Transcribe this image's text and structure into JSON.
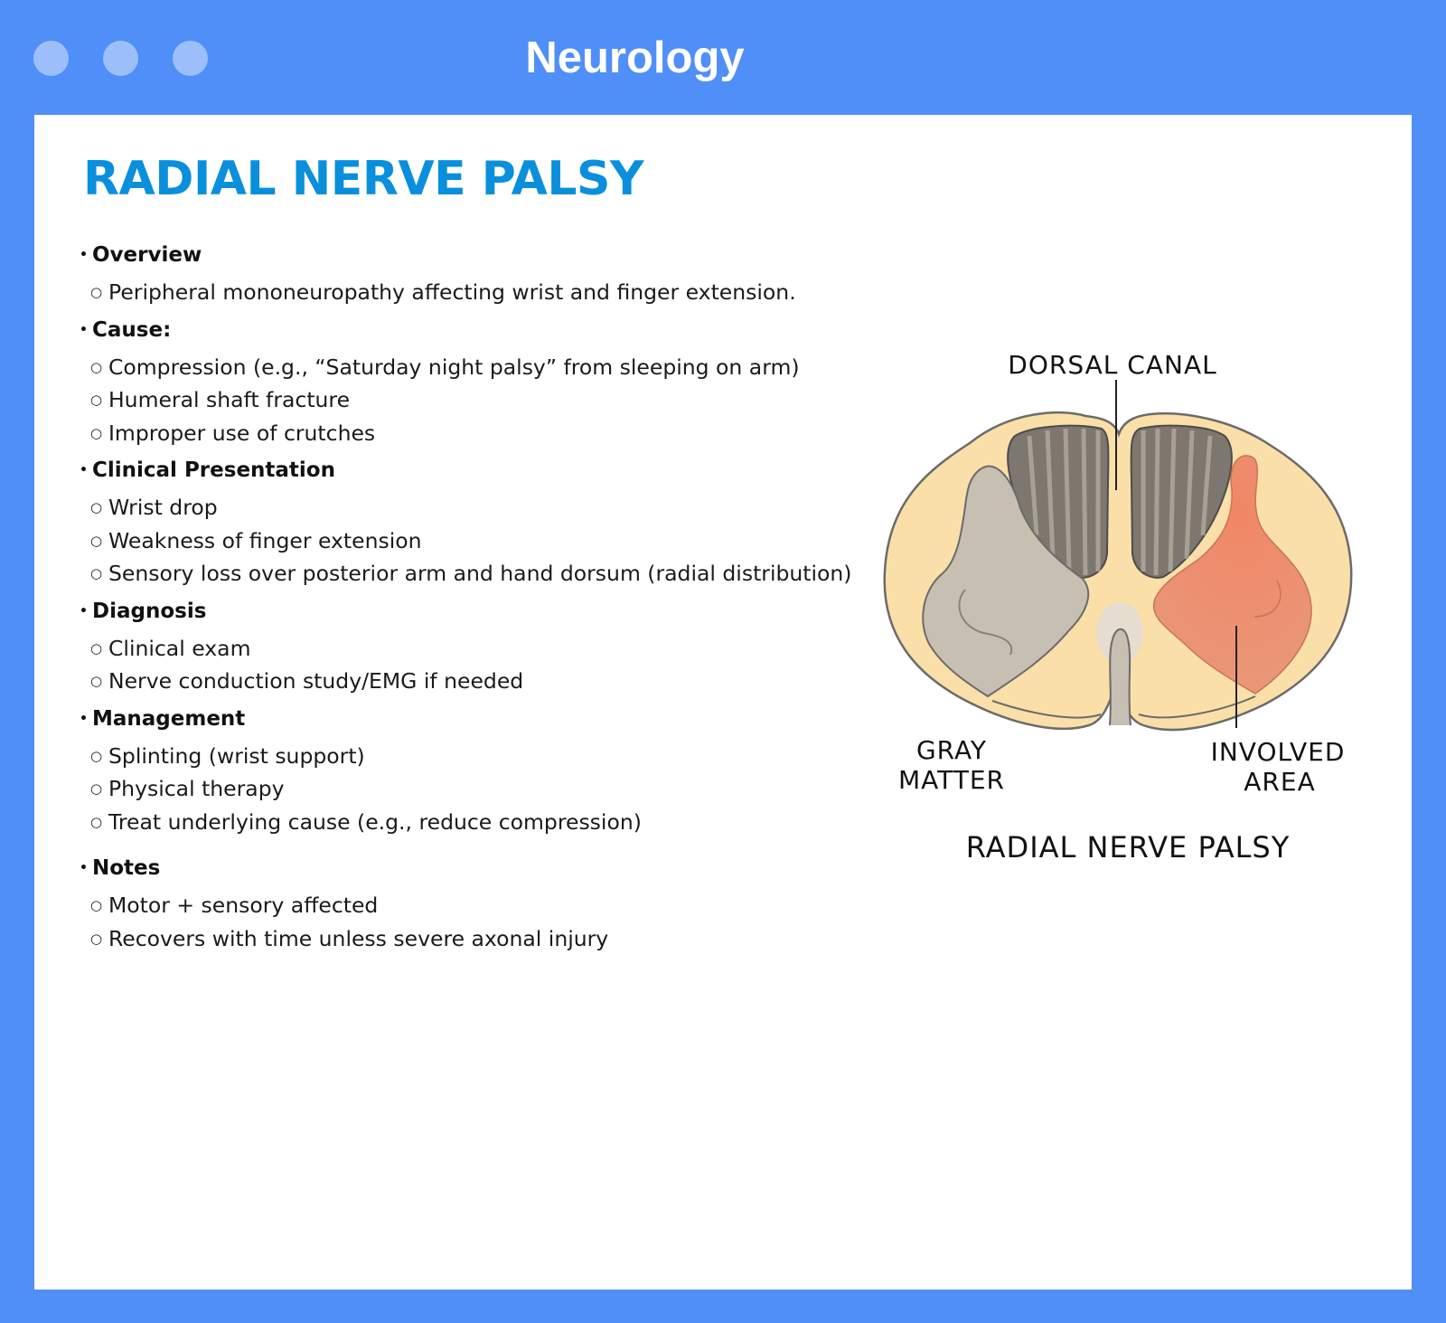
{
  "app": {
    "title": "Neurology"
  },
  "doc": {
    "title": "RADIAL NERVE PALSY",
    "sections": [
      {
        "heading": "Overview",
        "items": [
          "Peripheral mononeuropathy affecting wrist and finger extension."
        ]
      },
      {
        "heading": "Cause:",
        "items": [
          "Compression (e.g., “Saturday night palsy” from sleeping on arm)",
          "Humeral shaft fracture",
          "Improper use of crutches"
        ]
      },
      {
        "heading": "Clinical Presentation",
        "items": [
          "Wrist drop",
          "Weakness of finger extension",
          "Sensory loss over posterior arm and hand dorsum (radial distribution)"
        ]
      },
      {
        "heading": "Diagnosis",
        "items": [
          "Clinical exam",
          "Nerve conduction study/EMG if needed"
        ]
      },
      {
        "heading": "Management",
        "items": [
          "Splinting (wrist support)",
          "Physical therapy",
          "Treat underlying cause (e.g., reduce compression)"
        ]
      },
      {
        "heading": "Notes",
        "items": [
          "Motor + sensory affected",
          "Recovers with time unless severe axonal injury"
        ]
      }
    ]
  },
  "figure": {
    "labels": {
      "dorsal_canal": "DORSAL CANAL",
      "gray_1": "GRAY",
      "gray_2": "MATTER",
      "involved_1": "INVOLVED",
      "involved_2": "AREA",
      "caption": "RADIAL NERVE PALSY"
    },
    "colors": {
      "cord_fill": "#fbdfa8",
      "gray_matter": "#c7bfb1",
      "involved": "#e9987a",
      "columns": "#7d776f",
      "outline": "#6b6b6b"
    }
  }
}
